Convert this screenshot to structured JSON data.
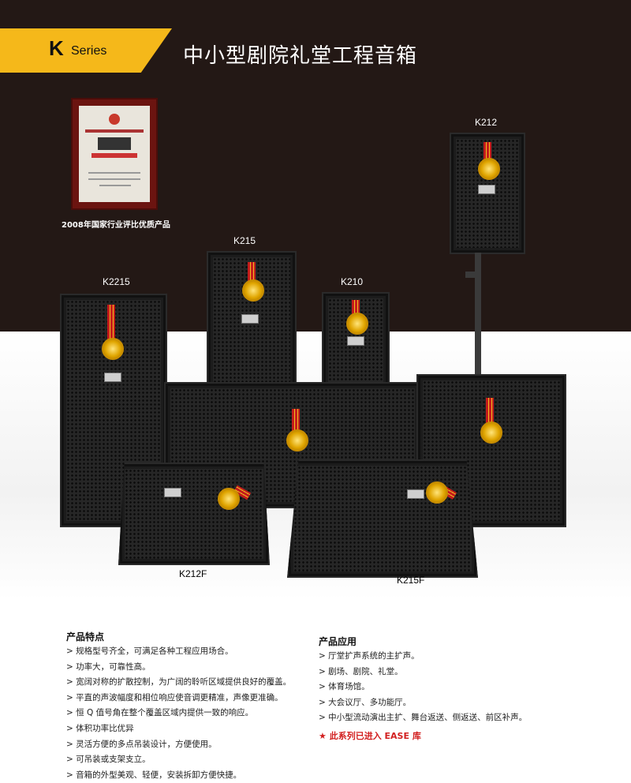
{
  "header": {
    "series_letter": "K",
    "series_word": "Series",
    "headline": "中小型剧院礼堂工程音箱"
  },
  "award": {
    "caption": "2008年国家行业评比优质产品"
  },
  "models": {
    "k2215": "K2215",
    "k215": "K215",
    "k210": "K210",
    "k212": "K212",
    "k212f": "K212F",
    "k215f": "K215F"
  },
  "features": {
    "title": "产品特点",
    "items": [
      "> 规格型号齐全，可满足各种工程应用场合。",
      "> 功率大，可靠性高。",
      "> 宽阔对称的扩散控制，为广阔的聆听区域提供良好的覆盖。",
      "> 平直的声波幅度和相位响应使音调更精准，声像更准确。",
      "> 恒 Q 值号角在整个覆盖区域内提供一致的响应。",
      "> 体积功率比优异",
      "> 灵活方便的多点吊装设计，方便使用。",
      "> 可吊装或支架支立。",
      "> 音箱的外型美观、轻便，安装拆卸方便快捷。"
    ]
  },
  "applications": {
    "title": "产品应用",
    "items": [
      "> 厅堂扩声系统的主扩声。",
      "> 剧场、剧院、礼堂。",
      "> 体育场馆。",
      "> 大会议厅、多功能厅。",
      "> 中小型流动演出主扩、舞台返送、侧返送、前区补声。"
    ],
    "ease_note": "★ 此系列已进入 EASE 库"
  },
  "colors": {
    "accent": "#f5b81a",
    "hero_bg": "#231815",
    "note_red": "#d21f1f"
  }
}
